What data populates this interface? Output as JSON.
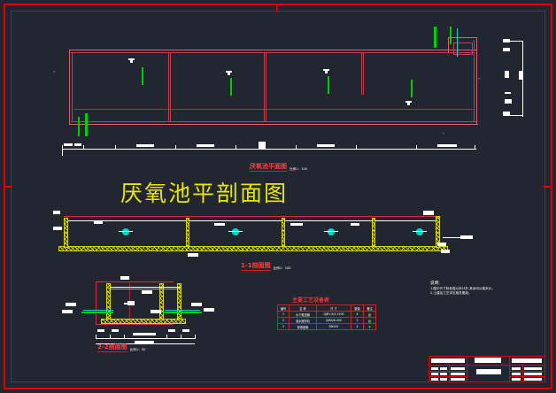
{
  "drawing": {
    "background_color": "#222630",
    "frame_color": "#e00000",
    "main_title": "厌氧池平剖面图",
    "main_title_color": "#e8e800"
  },
  "views": [
    {
      "id": "plan",
      "label": "厌氧池平面图",
      "scale": "比例1：100",
      "label_color": "#ff4040"
    },
    {
      "id": "section-1-1",
      "label": "1-1剖面图",
      "scale": "比例1：100",
      "label_color": "#ff4040"
    },
    {
      "id": "section-2-2",
      "label": "2-2剖面图",
      "scale": "比例1：50",
      "label_color": "#ff4040"
    }
  ],
  "equipment_table": {
    "title": "主要工艺设备表",
    "headers": [
      "编号",
      "名    称",
      "尺    寸",
      "数量",
      "备注"
    ],
    "rows": [
      [
        "1",
        "水下推进器",
        "QJB1.5/4-1100",
        "4",
        "台"
      ],
      [
        "2",
        "潜水搅拌机",
        "QJB4/6-400",
        "2",
        "台"
      ],
      [
        "3",
        "穿墙套管",
        "DN200",
        "4",
        "个"
      ]
    ]
  },
  "notes": {
    "heading": "说明:",
    "lines": [
      "1.图中尺寸除标高以米计外,其余均以毫米计。",
      "2.土建及工艺详见相关图纸。"
    ]
  },
  "dimensions": {
    "plan_chain": [
      "3000",
      "6000",
      "6000",
      "6000",
      "6000",
      "3000"
    ],
    "section_chain": [
      "3000",
      "6000",
      "6000",
      "6000",
      "30000"
    ],
    "detail_chain": [
      "1500",
      "4000",
      "1500"
    ],
    "total": "30000"
  },
  "title_block": {
    "fields": [
      "设计",
      "制图",
      "校核",
      "审核",
      "工程名称",
      "图号",
      "比例",
      "日期"
    ]
  },
  "icons": {
    "mixer": "mixer-icon",
    "propeller": "propeller-icon",
    "pipe": "pipe-icon",
    "section_mark": "section-mark-icon"
  }
}
